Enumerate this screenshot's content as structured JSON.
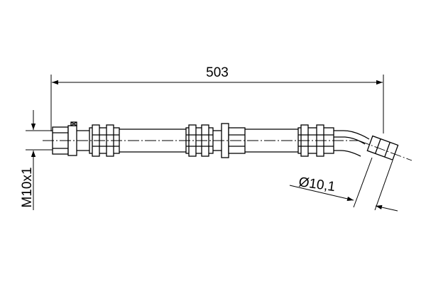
{
  "drawing": {
    "length_label": "503",
    "thread_label": "M10x1",
    "diameter_label": "Ø10,1"
  },
  "colors": {
    "line": "#000000",
    "background": "#ffffff"
  }
}
